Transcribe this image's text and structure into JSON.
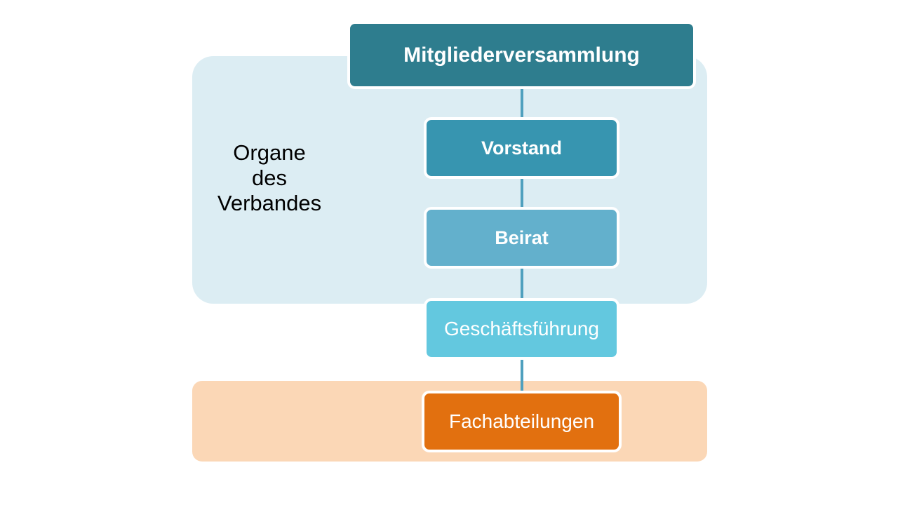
{
  "diagram": {
    "title": "Organe des Verbandes",
    "panels": {
      "organe": {
        "caption_line1": "Organe",
        "caption_line2": "des",
        "caption_line3": "Verbandes",
        "background_color": "#DCEDF3"
      },
      "fachabteilungen": {
        "background_color": "#FBD7B6"
      }
    },
    "nodes": [
      {
        "id": "mitgliederversammlung",
        "label": "Mitgliederversammlung",
        "color": "#2E7D8E",
        "text_color": "#FFFFFF",
        "level": 1
      },
      {
        "id": "vorstand",
        "label": "Vorstand",
        "color": "#3795B0",
        "text_color": "#FFFFFF",
        "level": 2
      },
      {
        "id": "beirat",
        "label": "Beirat",
        "color": "#63B0CC",
        "text_color": "#FFFFFF",
        "level": 3
      },
      {
        "id": "geschaeftsfuehrung",
        "label": "Geschäftsführung",
        "color": "#63C8DF",
        "text_color": "#FFFFFF",
        "level": 4
      },
      {
        "id": "fachabteilungen",
        "label": "Fachabteilungen",
        "color": "#E2700F",
        "text_color": "#FFFFFF",
        "level": 5
      }
    ],
    "connector_color": "#4FA0BE",
    "node_border_color": "#FFFFFF",
    "canvas_background": "#FFFFFF"
  }
}
